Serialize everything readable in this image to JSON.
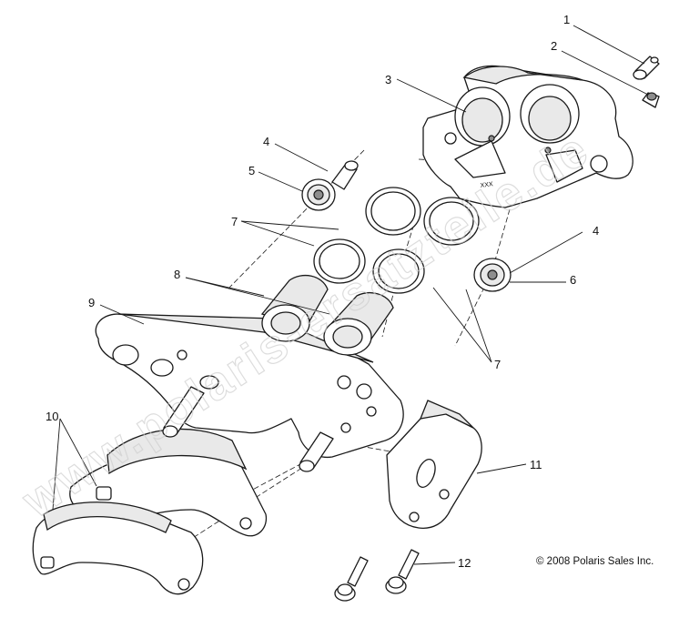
{
  "diagram": {
    "callouts": [
      {
        "id": "c1",
        "label": "1"
      },
      {
        "id": "c2",
        "label": "2"
      },
      {
        "id": "c3",
        "label": "3"
      },
      {
        "id": "c4a",
        "label": "4"
      },
      {
        "id": "c4b",
        "label": "4"
      },
      {
        "id": "c5",
        "label": "5"
      },
      {
        "id": "c6",
        "label": "6"
      },
      {
        "id": "c7a",
        "label": "7"
      },
      {
        "id": "c7b",
        "label": "7"
      },
      {
        "id": "c8",
        "label": "8"
      },
      {
        "id": "c9",
        "label": "9"
      },
      {
        "id": "c10",
        "label": "10"
      },
      {
        "id": "c11",
        "label": "11"
      },
      {
        "id": "c12",
        "label": "12"
      }
    ],
    "caliper_marking": "XXX",
    "copyright": "© 2008 Polaris Sales Inc.",
    "watermark": "www.polaris-ersatzteile.de"
  }
}
